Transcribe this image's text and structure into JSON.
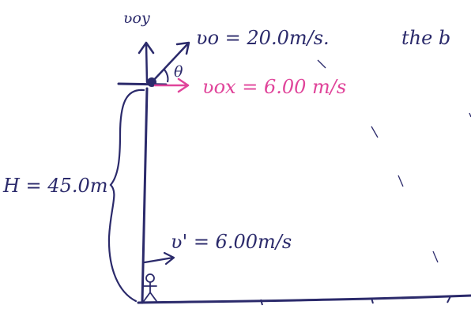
{
  "colors": {
    "ink": "#2b2a6b",
    "magenta": "#e0449a"
  },
  "labels": {
    "v_oy": "ʋoy",
    "v_o": "ʋo = 20.0m/s.",
    "theta": "θ",
    "v_ox": "ʋox = 6.00 m/s",
    "height": "H = 45.0m",
    "v_prime": "ʋ' = 6.00m/s",
    "note": "the b"
  },
  "icons": {
    "person": "stick-figure-icon"
  }
}
